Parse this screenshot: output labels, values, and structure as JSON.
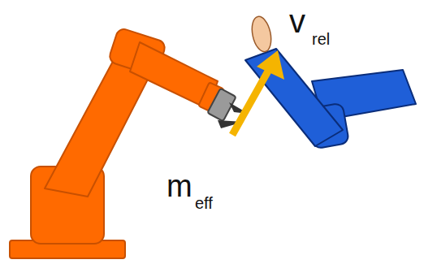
{
  "diagram": {
    "labels": [
      "v",
      "rel",
      "m",
      "eff"
    ]
  }
}
